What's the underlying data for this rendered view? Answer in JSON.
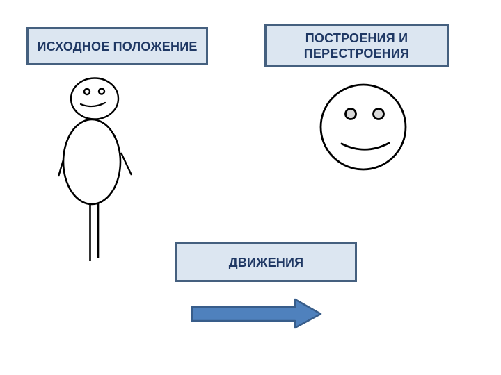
{
  "boxes": {
    "initial_position": {
      "label": "ИСХОДНОЕ ПОЛОЖЕНИЕ"
    },
    "formations": {
      "line1": "ПОСТРОЕНИЯ И",
      "line2": "ПЕРЕСТРОЕНИЯ"
    },
    "movements": {
      "label": "ДВИЖЕНИЯ"
    }
  },
  "figures": {
    "stick_figure": "stick-figure",
    "smiley_face": "smiley-face",
    "arrow": "right-arrow"
  },
  "colors": {
    "box_fill": "#dce6f1",
    "box_border": "#45607f",
    "box_text": "#1f3864",
    "arrow_fill": "#4f81bd",
    "arrow_border": "#385d8a",
    "drawing_stroke": "#000000",
    "smiley_eye_fill": "#d9d9d9"
  }
}
